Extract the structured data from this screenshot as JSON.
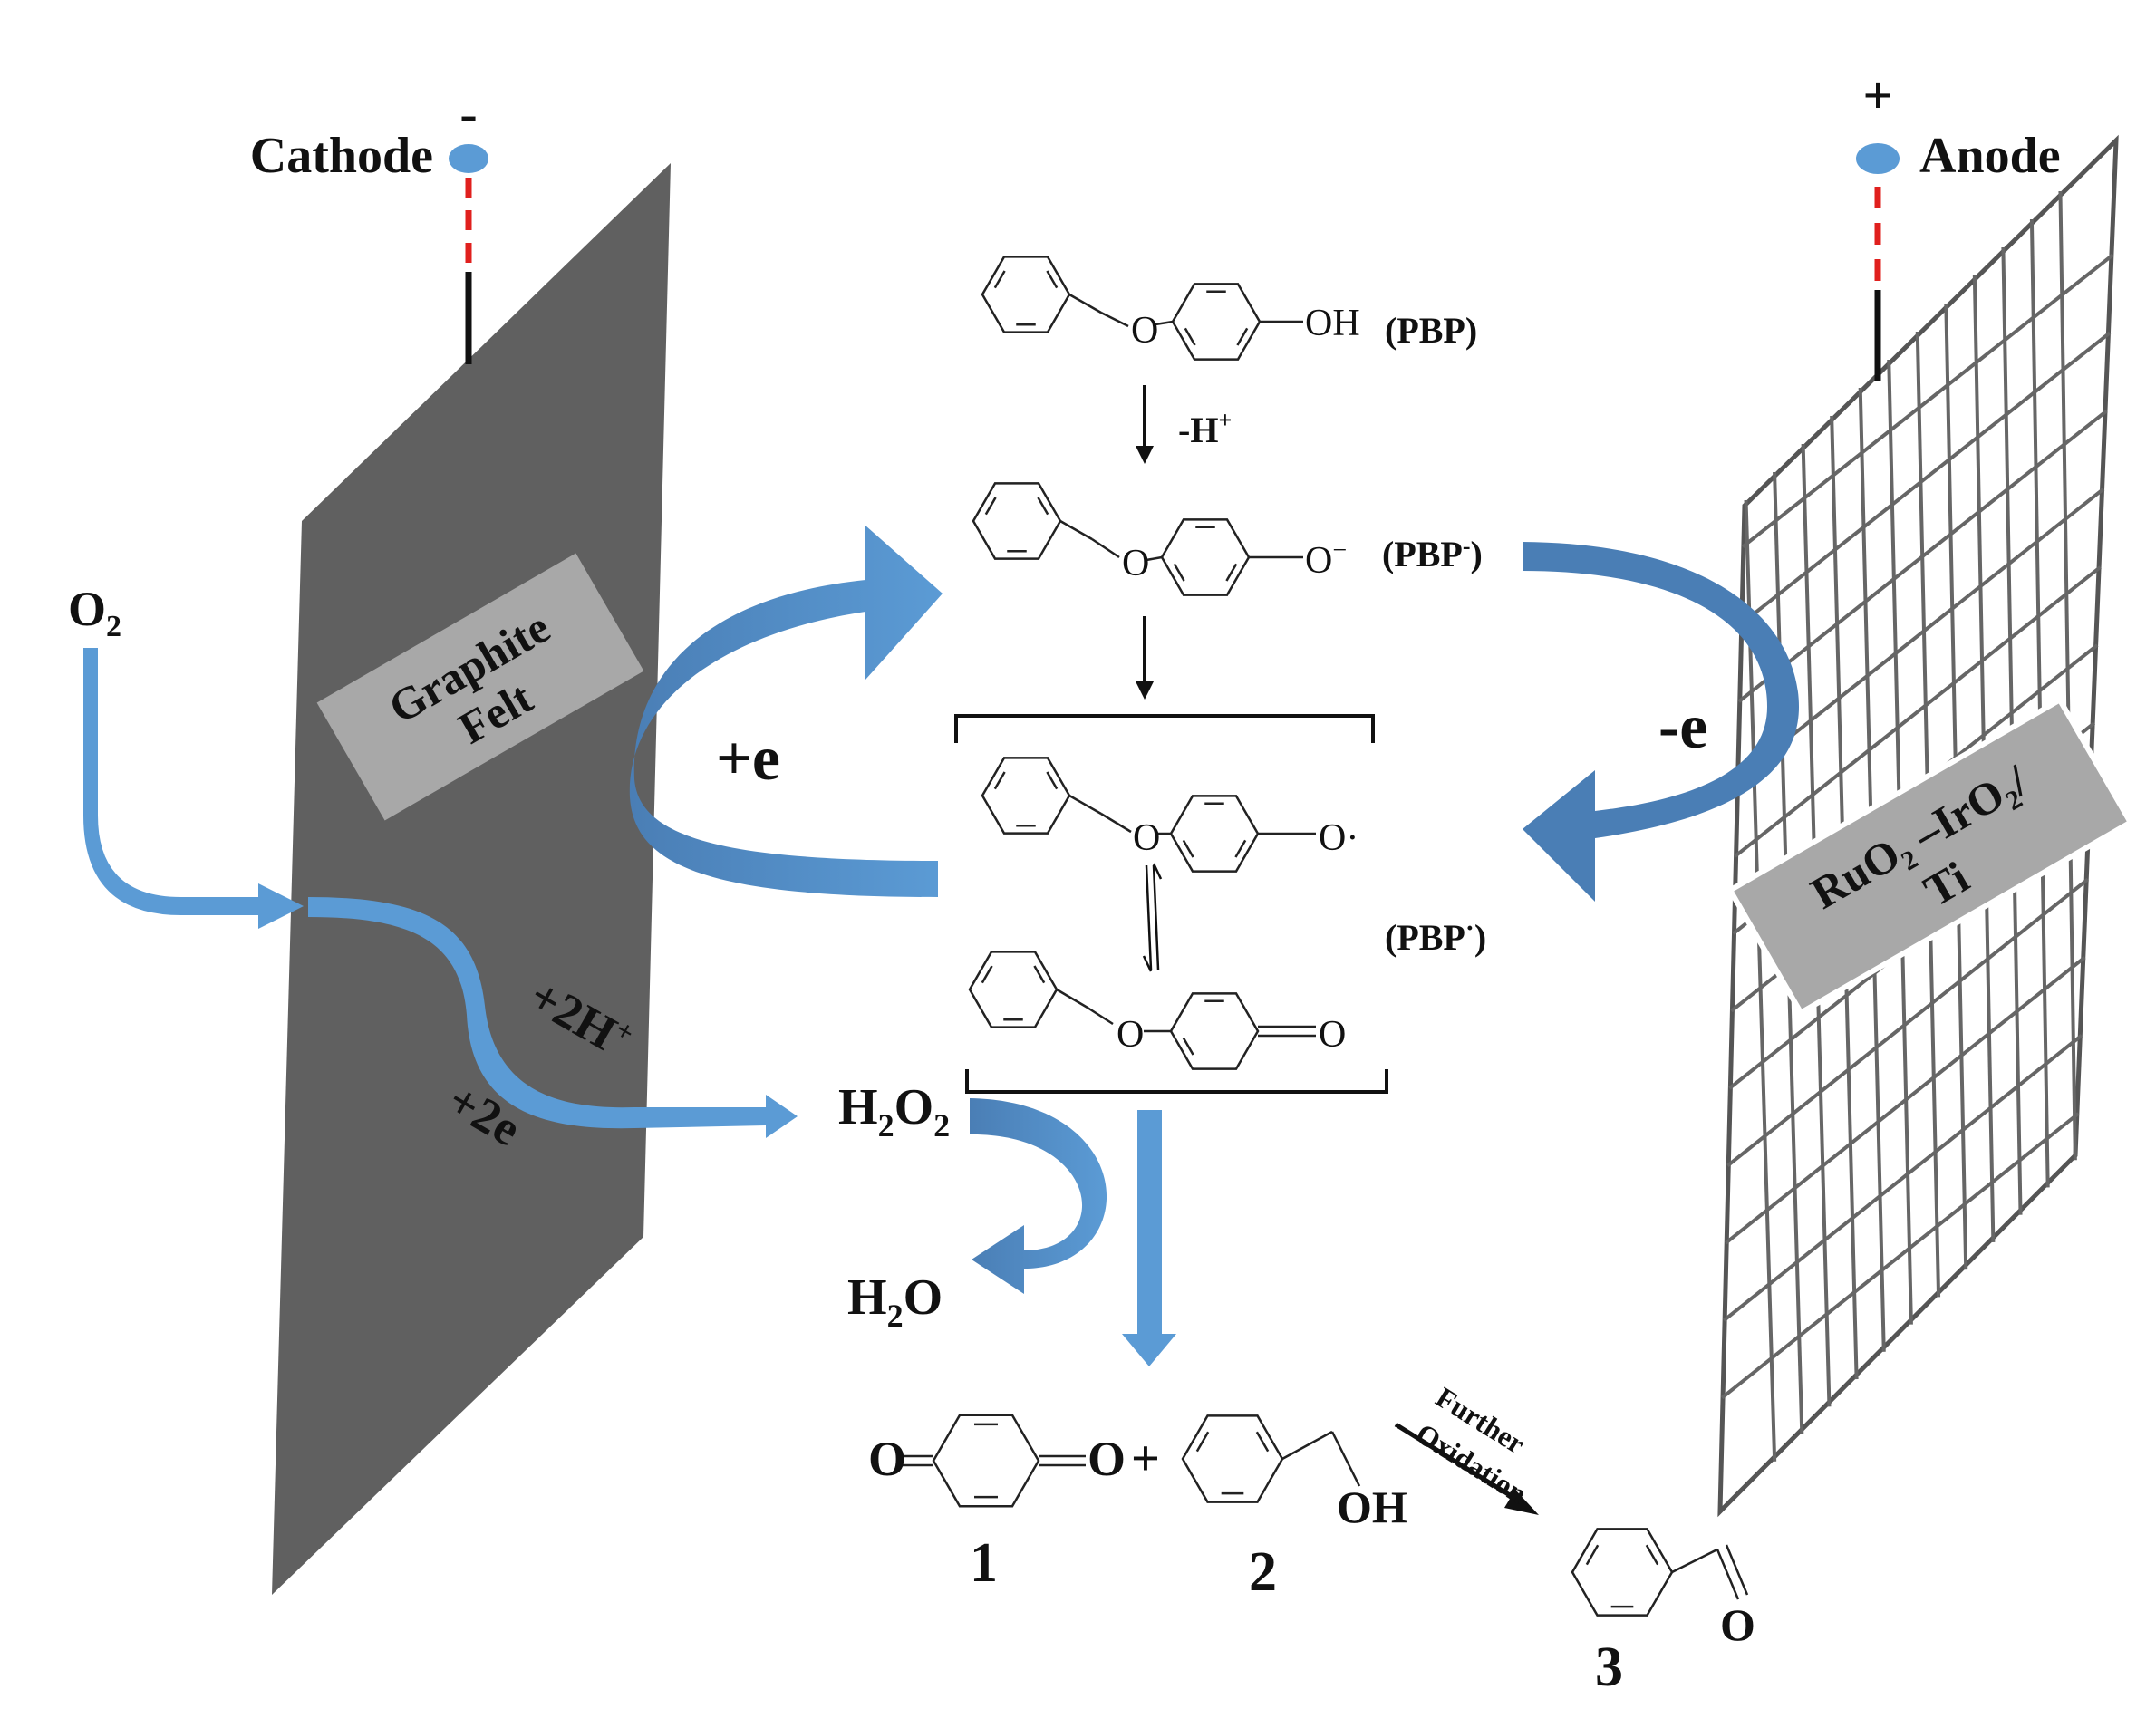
{
  "cathode": {
    "label": "Cathode",
    "polarity": "-",
    "material_line1": "Graphite",
    "material_line2": "Felt"
  },
  "anode": {
    "label": "Anode",
    "polarity": "+",
    "material_line1": "RuO₂ –IrO₂/",
    "material_line2": "Ti"
  },
  "oxygen": {
    "label": "O",
    "sub": "2"
  },
  "reduction": {
    "protons": "+2H",
    "protons_sup": "+",
    "electrons": "+2e"
  },
  "h2o2": {
    "label": "H",
    "sub1": "2",
    "mid": "O",
    "sub2": "2"
  },
  "water": {
    "label": "H",
    "sub": "2",
    "end": "O"
  },
  "electron_gain": "+e",
  "electron_loss": "-e",
  "deprotonation": {
    "label": "-H",
    "sup": "+"
  },
  "pbp": {
    "abbr": "(PBP)",
    "o_label": "O",
    "oh_label": "OH"
  },
  "pbp_anion": {
    "abbr": "(PBP",
    "sup": "-",
    "close": ")",
    "o_label": "O",
    "end_label": "O",
    "end_sup": "−"
  },
  "pbp_radical": {
    "abbr": "(PBP",
    "sup": "·",
    "close": ")",
    "o_label": "O",
    "end_label": "O·",
    "o_label2": "O",
    "keto_label": "O"
  },
  "products": {
    "p1_number": "1",
    "p1_left": "O",
    "p1_right": "O",
    "plus": "+",
    "p2_number": "2",
    "p2_oh": "OH",
    "further": "Further",
    "oxidation": "Oxidation",
    "p3_number": "3",
    "p3_o": "O"
  },
  "colors": {
    "arrow_blue": "#5b9bd5",
    "arrow_dark": "#4a7eb5",
    "electrode_grey": "#606060",
    "label_box": "#a8a8a8",
    "wire_red": "#e0201e",
    "terminal": "#5b9bd5"
  }
}
